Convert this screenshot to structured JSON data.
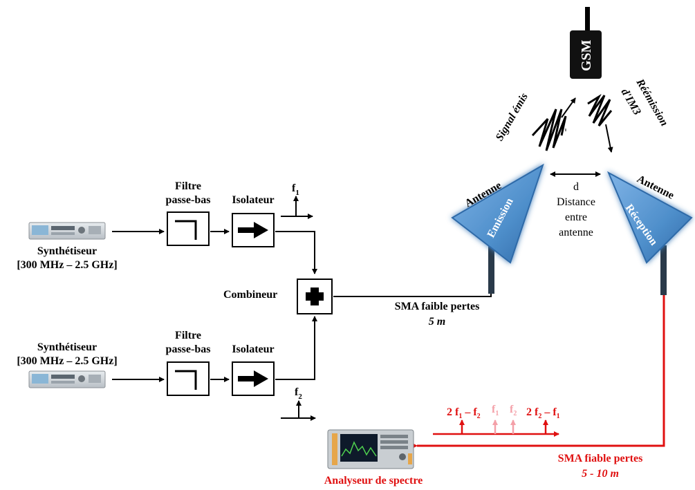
{
  "colors": {
    "wire": "#000000",
    "red_path": "#e01010",
    "pink_tone": "#f4a0a8",
    "antenna_fill": "#4f8fcb",
    "antenna_glow": "#2f6fb0"
  },
  "icons": [
    "arrow-right-icon",
    "plus-icon",
    "lowpass-filter-icon",
    "gsm-phone-icon",
    "wave-icon"
  ],
  "synth_top": {
    "title": "Synthétiseur",
    "range": "[300 MHz – 2.5 GHz]"
  },
  "synth_bottom": {
    "title": "Synthétiseur",
    "range": "[300 MHz – 2.5 GHz]"
  },
  "filter_top": {
    "line1": "Filtre",
    "line2": "passe-bas"
  },
  "filter_bottom": {
    "line1": "Filtre",
    "line2": "passe-bas"
  },
  "isolator_top": "Isolateur",
  "isolator_bottom": "Isolateur",
  "f1": {
    "base": "f",
    "sub": "1"
  },
  "f2": {
    "base": "f",
    "sub": "2"
  },
  "combiner": "Combineur",
  "cable_tx": {
    "title": "SMA faible pertes",
    "length": "5 m"
  },
  "cable_rx": {
    "title": "SMA fiable pertes",
    "length": "5 - 10 m"
  },
  "antenna_tx": {
    "label": "Antenne",
    "role": "Emission"
  },
  "antenna_rx": {
    "label": "Antenne",
    "role": "Réception"
  },
  "distance": {
    "symbol": "d",
    "line1": "Distance",
    "line2": "entre",
    "line3": "antenne"
  },
  "gsm": "GSM",
  "signal_emis": "Signal émis",
  "reemission": {
    "line1": "Réémission",
    "line2": "d'IM3"
  },
  "spectrum": {
    "im_low": {
      "pre": "2 f",
      "s1": "1",
      "mid": " – f",
      "s2": "2"
    },
    "f1": {
      "base": "f",
      "sub": "1"
    },
    "f2": {
      "base": "f",
      "sub": "2"
    },
    "im_high": {
      "pre": "2 f",
      "s1": "2",
      "mid": " – f",
      "s2": "1"
    }
  },
  "analyzer": "Analyseur de spectre"
}
